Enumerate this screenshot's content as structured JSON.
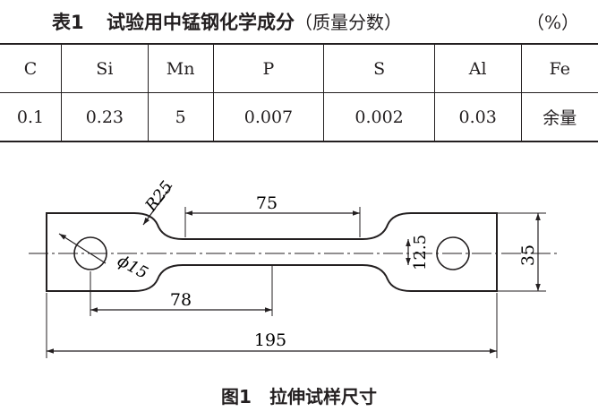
{
  "table_caption": {
    "label": "表1",
    "title": "试验用中锰钢化学成分",
    "note": "（质量分数）",
    "unit": "（%）"
  },
  "composition": {
    "headers": [
      "C",
      "Si",
      "Mn",
      "P",
      "S",
      "Al",
      "Fe"
    ],
    "values": [
      "0.1",
      "0.23",
      "5",
      "0.007",
      "0.002",
      "0.03",
      "余量"
    ]
  },
  "drawing": {
    "dims": {
      "r25": "R25",
      "gauge_75": "75",
      "width_12_5": "12.5",
      "height_35": "35",
      "hole_15": "ϕ15",
      "dist_78": "78",
      "total_195": "195"
    }
  },
  "figure_caption": "图1　拉伸试样尺寸"
}
